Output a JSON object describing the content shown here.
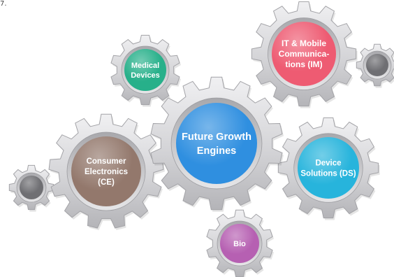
{
  "corner_mark": "7.",
  "gears": [
    {
      "key": "future-growth-engines",
      "lines": [
        "Future Growth",
        "Engines"
      ],
      "color": "#2f8fe0"
    },
    {
      "key": "it-mobile",
      "lines": [
        "IT & Mobile",
        "Communica-",
        "tions (IM)"
      ],
      "color": "#ee5b72"
    },
    {
      "key": "medical-devices",
      "lines": [
        "Medical",
        "Devices"
      ],
      "color": "#27b08a"
    },
    {
      "key": "consumer-electronics",
      "lines": [
        "Consumer",
        "Electronics",
        "(CE)"
      ],
      "color": "#93786c"
    },
    {
      "key": "device-solutions",
      "lines": [
        "Device",
        "Solutions (DS)"
      ],
      "color": "#27b4dc"
    },
    {
      "key": "bio",
      "lines": [
        "Bio"
      ],
      "color": "#b660b2"
    },
    {
      "key": "small-gear-left",
      "lines": [],
      "color": "#6f6f73"
    },
    {
      "key": "small-gear-right",
      "lines": [],
      "color": "#6f6f73"
    }
  ]
}
